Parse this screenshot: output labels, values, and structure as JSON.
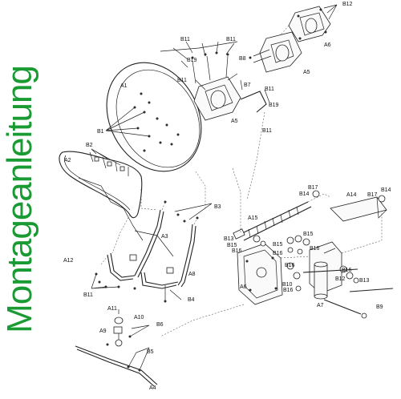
{
  "title": "Montageanleitung",
  "colors": {
    "title": "#1a9a32",
    "line": "#222222"
  },
  "labels": {
    "B12_top": "B12",
    "B11_a": "B11",
    "B11_b": "B11",
    "B19_a": "B19",
    "B8": "B8",
    "A6_top": "A6",
    "A5_top": "A5",
    "B11_c": "B11",
    "B7": "B7",
    "A1": "A1",
    "B11_d": "B11",
    "B19_b": "B19",
    "A5_mid": "A5",
    "B11_e": "B11",
    "B1": "B1",
    "B2": "B2",
    "A2": "A2",
    "B3": "B3",
    "A3": "A3",
    "A15": "A15",
    "B17_a": "B17",
    "B14_a": "B14",
    "A14": "A14",
    "B17_b": "B17",
    "B14_b": "B14",
    "B13_a": "B13",
    "B15_a": "B15",
    "B16_a": "B16",
    "B15_b": "B15",
    "B16_b": "B16",
    "B15_c": "B15",
    "B16_c": "B16",
    "B16_d": "B16",
    "B10": "B10",
    "B16_e": "B16",
    "B16_f": "B16",
    "B13_b": "B13",
    "B12_mid": "B12",
    "A12": "A12",
    "A8": "A8",
    "B11_f": "B11",
    "B4": "B4",
    "A6_mid": "A6",
    "A7": "A7",
    "B9": "B9",
    "A11": "A11",
    "A10": "A10",
    "B6": "B6",
    "A9": "A9",
    "B5": "B5",
    "A4": "A4"
  }
}
